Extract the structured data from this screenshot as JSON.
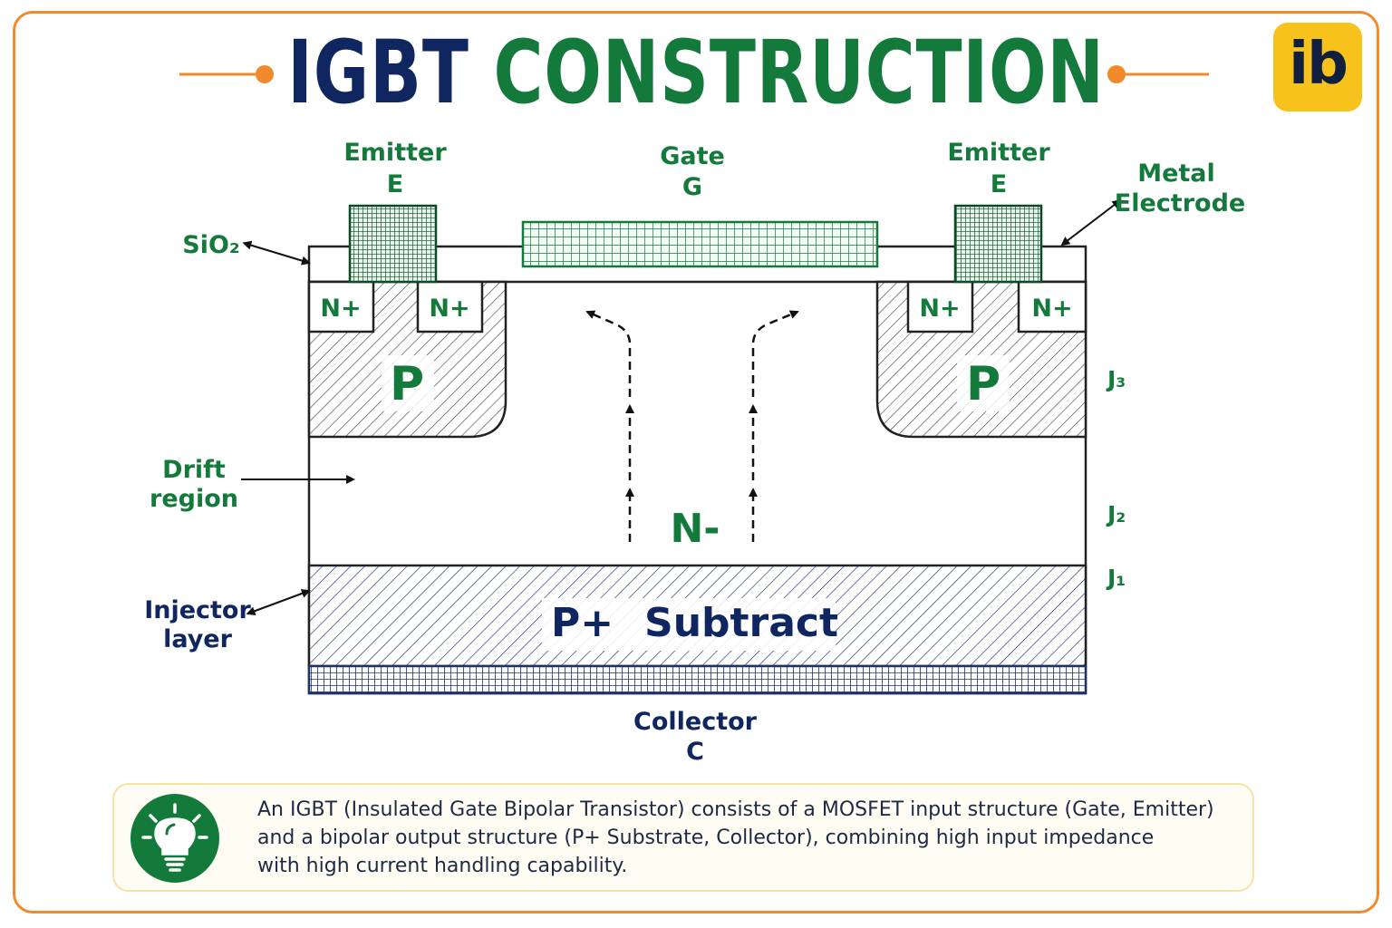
{
  "title": {
    "part1": "IGBT",
    "part2": "CONSTRUCTION"
  },
  "logo": {
    "text": "ib"
  },
  "colors": {
    "accent_orange": "#f08a2c",
    "title_navy": "#0f2660",
    "label_green": "#137a3b",
    "label_navy": "#0f2660",
    "logo_yellow": "#f8c21c"
  },
  "labels": {
    "emitter_left": {
      "line1": "Emitter",
      "line2": "E"
    },
    "emitter_right": {
      "line1": "Emitter",
      "line2": "E"
    },
    "gate": {
      "line1": "Gate",
      "line2": "G"
    },
    "sio2": "SiO₂",
    "metal_electrode": {
      "line1": "Metal",
      "line2": "Electrode"
    },
    "n_plus": [
      "N+",
      "N+",
      "N+",
      "N+"
    ],
    "p_left": "P",
    "p_right": "P",
    "n_minus": "N-",
    "substrate": {
      "part1": "P+",
      "part2": "Subtract"
    },
    "drift_region": {
      "line1": "Drift",
      "line2": "region"
    },
    "injector_layer": {
      "line1": "Injector",
      "line2": "layer"
    },
    "collector": {
      "line1": "Collector",
      "line2": "C"
    },
    "junctions": [
      "J₃",
      "J₂",
      "J₁"
    ]
  },
  "info": {
    "icon": "lightbulb-icon",
    "text_lines": [
      "An IGBT (Insulated Gate Bipolar Transistor) consists of a MOSFET input structure (Gate, Emitter)",
      "and a bipolar output structure (P+ Substrate, Collector), combining high input impedance",
      "with high current handling capability."
    ]
  }
}
